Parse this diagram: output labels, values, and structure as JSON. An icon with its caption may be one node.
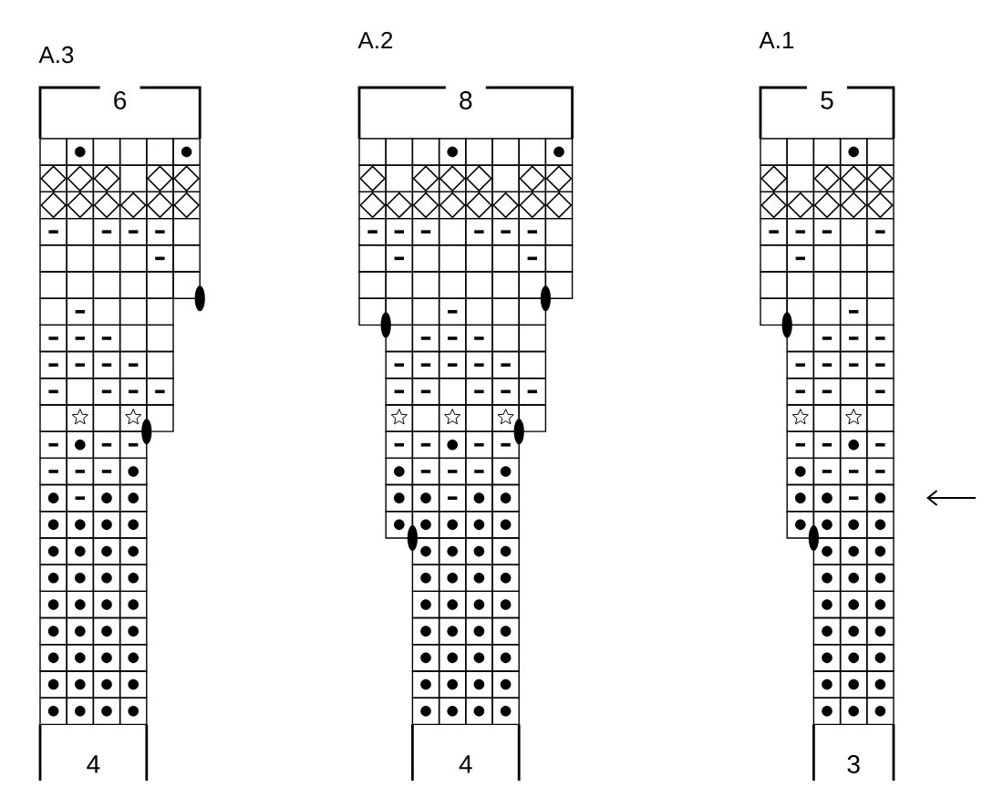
{
  "diagram": {
    "labels": [
      "A.3",
      "A.2",
      "A.1",
      "6",
      "8",
      "5",
      "4",
      "4",
      "3"
    ]
  }
}
